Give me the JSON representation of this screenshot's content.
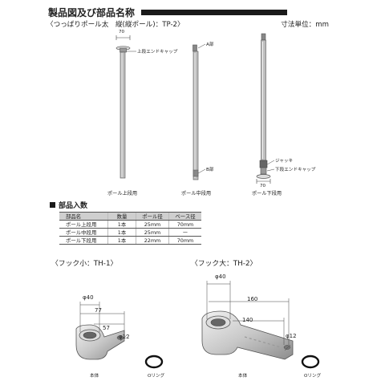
{
  "header": {
    "title": "製品図及び部品名称",
    "subtitle": "〈つっぱりポール太　縦(縦ポール)：TP-2〉",
    "unit": "寸法単位：mm"
  },
  "pole_diagram": {
    "top_dim": "70",
    "upper_end_cap": "上段エンドキャップ",
    "part_a": "A部",
    "part_b": "B部",
    "jack": "ジャッキ",
    "lower_end_cap": "下段エンドキャップ",
    "bottom_dim": "70",
    "caption_upper": "ポール上段用",
    "caption_middle": "ポール中段用",
    "caption_lower": "ポール下段用"
  },
  "parts": {
    "heading": "部品入数",
    "columns": [
      "部品名",
      "数量",
      "ポール径",
      "ベース径"
    ],
    "rows": [
      [
        "ポール上段用",
        "1本",
        "25mm",
        "70mm"
      ],
      [
        "ポール中段用",
        "1本",
        "25mm",
        "ー"
      ],
      [
        "ポール下段用",
        "1本",
        "22mm",
        "70mm"
      ]
    ]
  },
  "hook_small": {
    "title": "〈フック小：TH-1〉",
    "dim_phi40": "φ40",
    "dim_77": "77",
    "dim_57": "57",
    "dim_phi12": "φ12",
    "body_label": "本体",
    "oring_label": "Oリング"
  },
  "hook_large": {
    "title": "〈フック大：TH-2〉",
    "dim_phi40": "φ40",
    "dim_160": "160",
    "dim_140": "140",
    "dim_phi12": "φ12",
    "body_label": "本体",
    "oring_label": "Oリング"
  }
}
